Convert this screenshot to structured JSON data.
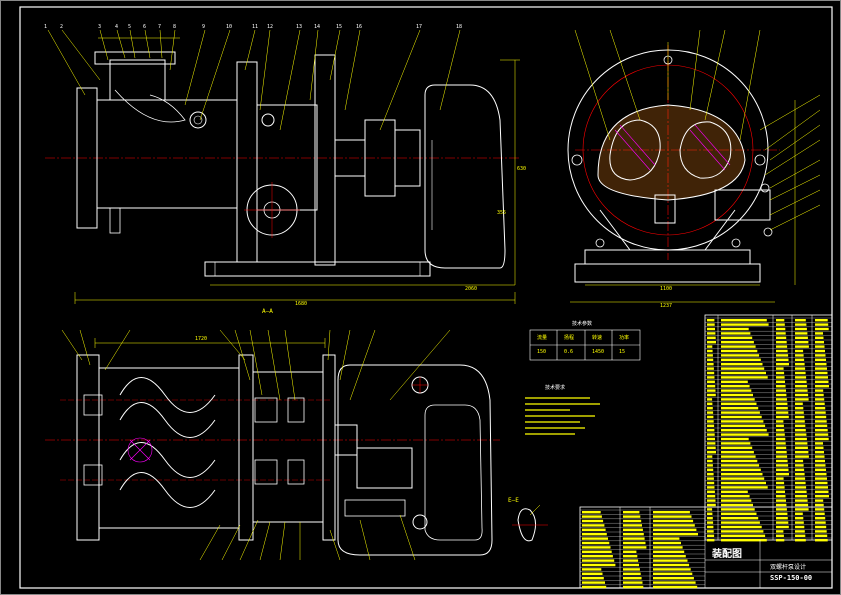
{
  "drawing": {
    "title_block": {
      "drawing_name": "装配图",
      "subtitle": "双螺杆泵设计",
      "drawing_number": "SSP-150-00"
    },
    "sections": {
      "top_view_mark": "A—A",
      "detail_mark": "E—E"
    },
    "tables": {
      "spec_title": "技术参数",
      "spec_headers": [
        "流量",
        "扬程",
        "转速",
        "功率"
      ],
      "spec_values": [
        "150",
        "0.6",
        "1450",
        "15"
      ],
      "notes_title": "技术要求"
    },
    "dimensions": {
      "top_left_overall": "1680",
      "top_left_right": "2060",
      "top_left_height": "630",
      "top_left_center": "355",
      "top_right_width": "1100",
      "top_right_total": "1237",
      "bottom_left_span": "1720"
    },
    "colors": {
      "background": "#000000",
      "outline": "#ffffff",
      "leader": "#ffff00",
      "center": "#ff0000",
      "hatch": "#ff00ff",
      "dim": "#00ffff",
      "part": "#00ff00"
    }
  }
}
